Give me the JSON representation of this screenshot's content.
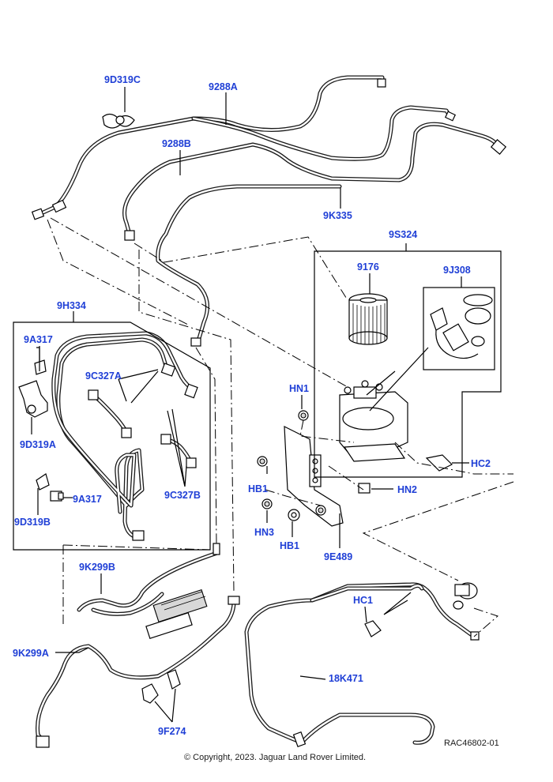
{
  "callouts": {
    "p9D319C_top": "9D319C",
    "p9288A": "9288A",
    "p9288B": "9288B",
    "p9K335": "9K335",
    "p9S324": "9S324",
    "p9176": "9176",
    "p9J308": "9J308",
    "p9H334": "9H334",
    "p9A317_top": "9A317",
    "p9C327A": "9C327A",
    "p9D319A": "9D319A",
    "p9A317_bottom": "9A317",
    "p9C327B": "9C327B",
    "p9D319B": "9D319B",
    "pHN1": "HN1",
    "pHB1_left": "HB1",
    "pHN3": "HN3",
    "pHB1_bottom": "HB1",
    "pHN2": "HN2",
    "pHC2": "HC2",
    "p9E489": "9E489",
    "p9K299B": "9K299B",
    "p9K299A": "9K299A",
    "pHC1": "HC1",
    "p18K471": "18K471",
    "p9F274": "9F274"
  },
  "footer": {
    "reference": "RAC46802-01",
    "copyright": "© Copyright, 2023. Jaguar Land Rover Limited."
  },
  "colors": {
    "callout": "#1f3fd6",
    "linework": "#000000",
    "background": "#ffffff"
  }
}
